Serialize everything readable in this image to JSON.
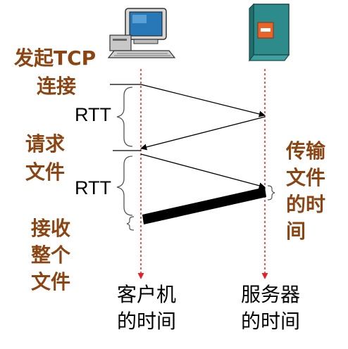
{
  "colors": {
    "brown_label": "#8B4513",
    "timeline": "#e0202a",
    "server_body": "#2e8b8b",
    "server_panel": "#e8642a",
    "monitor_screen": "#2878b8",
    "message_line": "#000000"
  },
  "icons": {
    "client": "desktop-computer-icon",
    "server": "server-tower-icon"
  },
  "labels": {
    "initiate_tcp": [
      "发起TCP",
      "连接"
    ],
    "request_file": [
      "请求",
      "文件"
    ],
    "receive_file": [
      "接收",
      "整个",
      "文件"
    ],
    "transmit_file": [
      "传输",
      "文件",
      "的时",
      "间"
    ],
    "rtt_1": "RTT",
    "rtt_2": "RTT",
    "client_time": [
      "客户机",
      "的时间"
    ],
    "server_time": [
      "服务器",
      "的时间"
    ]
  }
}
